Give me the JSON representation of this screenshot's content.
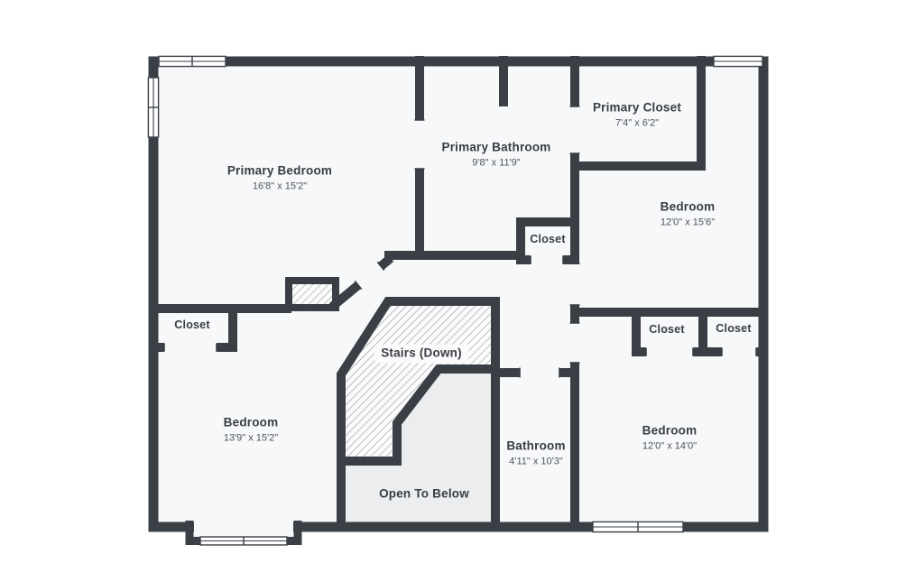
{
  "plan_type": "second-floor-plan",
  "colors": {
    "wall": "#3a3f46",
    "floor": "#f7f8f9",
    "open_area": "#ebedee",
    "hatch_line": "#878d94"
  },
  "rooms": [
    {
      "name": "Primary Bedroom",
      "dims": "16'8\" x 15'2\""
    },
    {
      "name": "Primary Bathroom",
      "dims": "9'8\" x 11'9\""
    },
    {
      "name": "Primary Closet",
      "dims": "7'4\" x 6'2\""
    },
    {
      "name": "Bedroom",
      "dims": "12'0\" x 15'6\""
    },
    {
      "name": "Bedroom",
      "dims": "13'9\" x 15'2\""
    },
    {
      "name": "Bedroom",
      "dims": "12'0\" x 14'0\""
    },
    {
      "name": "Bathroom",
      "dims": "4'11\" x 10'3\""
    },
    {
      "name": "Closet"
    },
    {
      "name": "Closet"
    },
    {
      "name": "Closet"
    },
    {
      "name": "Closet"
    },
    {
      "name": "Stairs (Down)"
    },
    {
      "name": "Open To Below"
    }
  ]
}
